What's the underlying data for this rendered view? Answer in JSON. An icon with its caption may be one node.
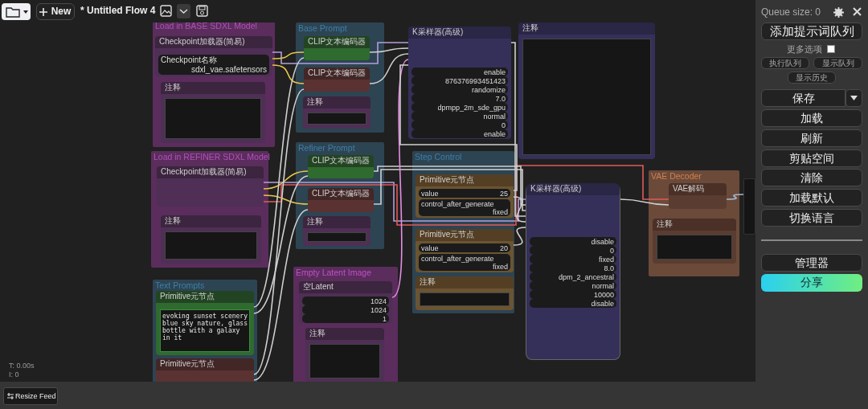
{
  "diagram": {
    "nodes": [
      {
        "text": [
          "Load in BASE SDXL Model"
        ]
      },
      {
        "text": [
          "Checkpoint加载器(简易)",
          "Checkpoint名称",
          "sdxl_vae.safetensors"
        ],
        "in": 0
      },
      {
        "text": [
          "注释"
        ],
        "in": 0
      },
      {
        "text": [
          "Load in REFINER SDXL Model"
        ]
      },
      {
        "text": [
          "Checkpoint加载器(简易)"
        ],
        "in": 3
      },
      {
        "text": [
          "注释"
        ],
        "in": 3
      },
      {
        "text": [
          "Text Prompts"
        ]
      },
      {
        "text": [
          "Primitive元节点",
          "evoking sunset scenery blue sky nature, glass bottle with a galaxy in it"
        ],
        "in": 6
      },
      {
        "text": [
          "Primitive元节点"
        ],
        "in": 6
      },
      {
        "text": [
          "Base Prompt"
        ]
      },
      {
        "text": [
          "CLIP文本编码器"
        ],
        "in": 9
      },
      {
        "text": [
          "CLIP文本编码器"
        ],
        "in": 9
      },
      {
        "text": [
          "注释"
        ],
        "in": 9
      },
      {
        "text": [
          "Refiner Prompt"
        ]
      },
      {
        "text": [
          "CLIP文本编码器"
        ],
        "in": 13
      },
      {
        "text": [
          "CLIP文本编码器"
        ],
        "in": 13
      },
      {
        "text": [
          "注释"
        ],
        "in": 13
      },
      {
        "text": [
          "Empty Latent Image"
        ]
      },
      {
        "text": [
          "空Latent",
          "1024",
          "1024",
          "1"
        ],
        "in": 17
      },
      {
        "text": [
          "注释"
        ],
        "in": 17
      },
      {
        "text": [
          "K采样器(高级)",
          "enable",
          "876376993451423",
          "randomize",
          "7.0",
          "dpmpp_2m_sde_gpu",
          "normal",
          "0",
          "enable"
        ]
      },
      {
        "text": [
          "注释"
        ]
      },
      {
        "text": [
          "Step Control"
        ]
      },
      {
        "text": [
          "Primitive元节点",
          "value",
          "25",
          "control_after_generate",
          "fixed"
        ],
        "in": 22
      },
      {
        "text": [
          "Primitive元节点",
          "value",
          "20",
          "control_after_generate",
          "fixed"
        ],
        "in": 22
      },
      {
        "text": [
          "注释"
        ],
        "in": 22
      },
      {
        "text": [
          "K采样器(高级)",
          "disable",
          "0",
          "fixed",
          "8.0",
          "dpm_2_ancestral",
          "normal",
          "10000",
          "disable"
        ]
      },
      {
        "text": [
          "VAE Decoder"
        ]
      },
      {
        "text": [
          "VAE解码"
        ],
        "in": 27
      },
      {
        "text": [
          "注释"
        ],
        "in": 27
      },
      {
        "text": [],
        "shape": "box"
      }
    ],
    "edges": [
      {
        "from": 1,
        "to": 20,
        "arrow": "none",
        "color": "#b39ddb"
      },
      {
        "from": 1,
        "to": 10,
        "arrow": "none",
        "color": "#e8c547"
      },
      {
        "from": 1,
        "to": 11,
        "arrow": "none",
        "color": "#e8c547"
      },
      {
        "from": 4,
        "to": 26,
        "arrow": "none",
        "color": "#b39ddb"
      },
      {
        "from": 4,
        "to": 14,
        "arrow": "none",
        "color": "#e8c547"
      },
      {
        "from": 4,
        "to": 15,
        "arrow": "none",
        "color": "#e8c547"
      },
      {
        "from": 4,
        "to": 28,
        "arrow": "none",
        "color": "#e05a5a"
      },
      {
        "from": 7,
        "to": 10,
        "arrow": "none"
      },
      {
        "from": 7,
        "to": 14,
        "arrow": "none"
      },
      {
        "from": 8,
        "to": 11,
        "arrow": "none"
      },
      {
        "from": 8,
        "to": 15,
        "arrow": "none"
      },
      {
        "from": 10,
        "to": 20,
        "arrow": "none"
      },
      {
        "from": 11,
        "to": 20,
        "arrow": "none"
      },
      {
        "from": 14,
        "to": 26,
        "arrow": "none"
      },
      {
        "from": 15,
        "to": 26,
        "arrow": "none"
      },
      {
        "from": 18,
        "to": 20,
        "arrow": "none",
        "color": "#e58ee5"
      },
      {
        "from": 20,
        "to": 26,
        "arrow": "none"
      },
      {
        "from": 23,
        "to": 20,
        "arrow": "none"
      },
      {
        "from": 23,
        "to": 26,
        "arrow": "none"
      },
      {
        "from": 24,
        "to": 26,
        "arrow": "none"
      },
      {
        "from": 26,
        "to": 28,
        "arrow": "none"
      },
      {
        "from": 28,
        "to": 30,
        "arrow": "none",
        "color": "#a0b8d0"
      }
    ],
    "labels": [
      "New",
      "* Untitled Flow 4",
      "Queue size: 0",
      "添加提示词队列",
      "更多选项",
      "执行队列",
      "显示队列",
      "显示历史",
      "保存",
      "加载",
      "刷新",
      "剪贴空间",
      "清除",
      "加载默认",
      "切换语言",
      "管理器",
      "分享",
      "T: 0.00s",
      "I: 0",
      "Resize Feed"
    ]
  }
}
